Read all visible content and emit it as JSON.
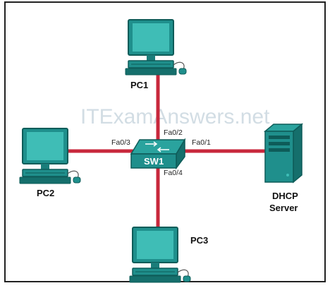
{
  "watermark": "ITExamAnswers.net",
  "colors": {
    "link": "#c8283c",
    "device": "#1f8f8c",
    "device_dark": "#0e5c59",
    "screen": "#3fbdb6",
    "border": "#222222"
  },
  "switch": {
    "label": "SW1",
    "icon": "switch-icon"
  },
  "devices": {
    "pc1": {
      "label": "PC1",
      "icon": "pc-icon"
    },
    "pc2": {
      "label": "PC2",
      "icon": "pc-icon"
    },
    "pc3": {
      "label": "PC3",
      "icon": "pc-icon"
    },
    "server": {
      "label_line1": "DHCP",
      "label_line2": "Server",
      "icon": "server-icon"
    }
  },
  "ports": {
    "fa01": "Fa0/1",
    "fa02": "Fa0/2",
    "fa03": "Fa0/3",
    "fa04": "Fa0/4"
  }
}
